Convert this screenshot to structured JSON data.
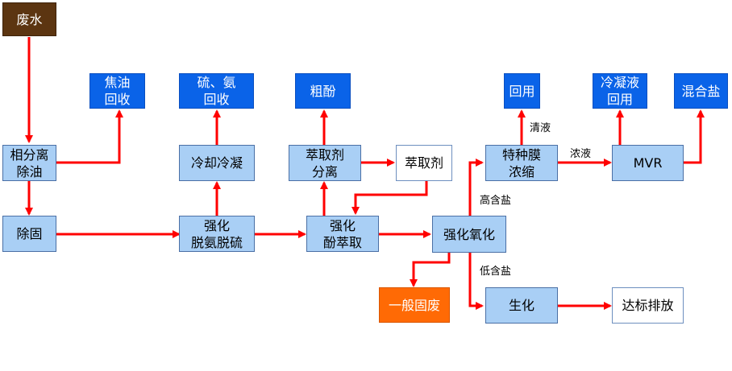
{
  "nodes": {
    "wastewater": "废水",
    "phase_separation": "相分离\n除油",
    "tar_recovery": "焦油\n回收",
    "solids_removal": "除固",
    "sulfur_ammonia_recovery": "硫、氨\n回收",
    "cooling_condensation": "冷却冷凝",
    "deamination_desulfurization": "强化\n脱氨脱硫",
    "crude_phenol": "粗酚",
    "extractant_separation": "萃取剂\n分离",
    "extractant": "萃取剂",
    "phenol_extraction": "强化\n酚萃取",
    "enhanced_oxidation": "强化氧化",
    "general_solid_waste": "一般固废",
    "reuse": "回用",
    "membrane_concentration": "特种膜\n浓缩",
    "condensate_reuse": "冷凝液\n回用",
    "mvr": "MVR",
    "mixed_salt": "混合盐",
    "biochemical": "生化",
    "discharge": "达标排放"
  },
  "edge_labels": {
    "clear_liquid": "清液",
    "concentrate": "浓液",
    "high_salt": "高含盐",
    "low_salt": "低含盐"
  },
  "colors": {
    "arrow": "#ff0000",
    "light_box": "#a9cff5",
    "blue_box": "#0a63e8",
    "brown_box": "#5c3511",
    "orange_box": "#ff6a05"
  }
}
